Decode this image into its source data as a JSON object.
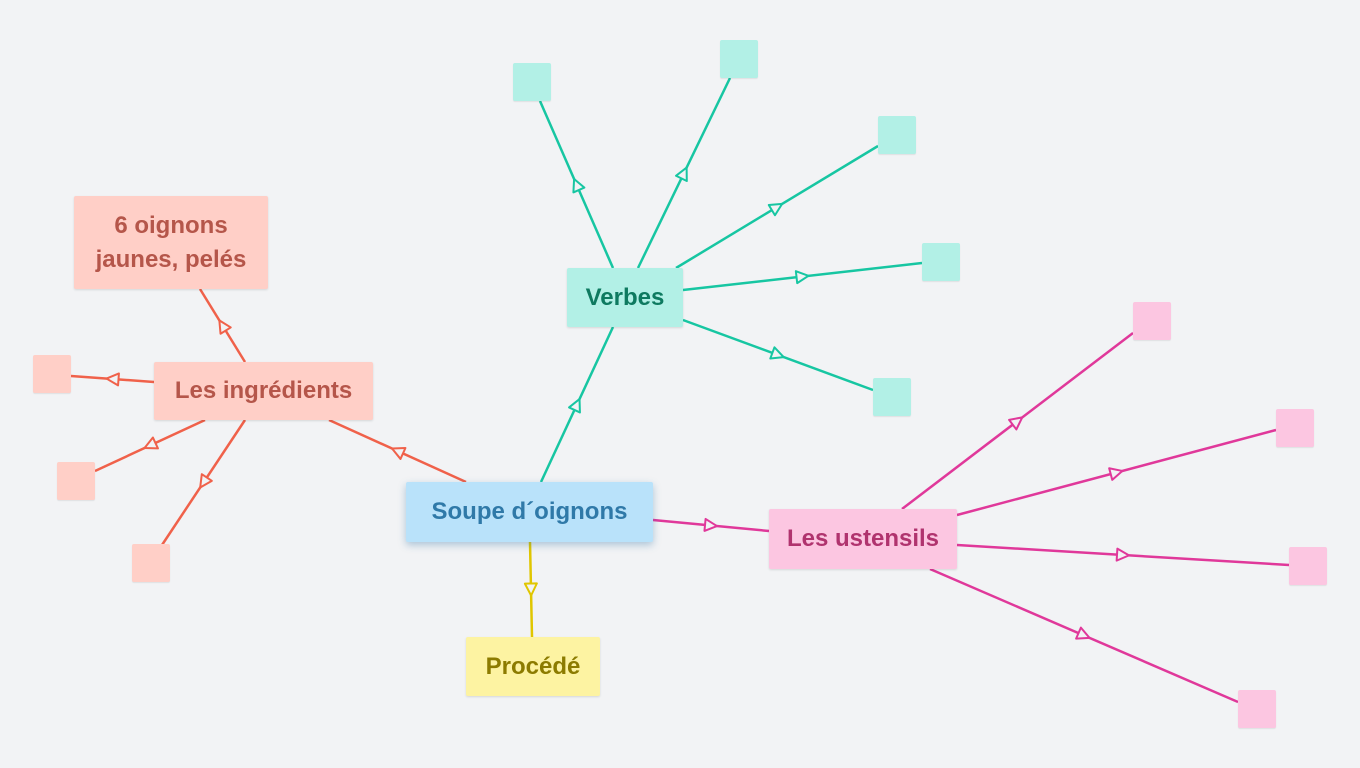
{
  "central": {
    "label": "Soupe d´oignons",
    "color": "#b9e2fa"
  },
  "branches": {
    "ingredients": {
      "label": "Les ingrédients",
      "color": "#f0614a",
      "fill": "#ffcfc7",
      "child": {
        "line1": "6 oignons",
        "line2": "jaunes, pelés"
      }
    },
    "verbes": {
      "label": "Verbes",
      "color": "#17c6a2",
      "fill": "#b2f0e6"
    },
    "ustensils": {
      "label": "Les ustensils",
      "color": "#e0389a",
      "fill": "#fcc6e1"
    },
    "procede": {
      "label": "Procédé",
      "color": "#e0c600",
      "fill": "#fdf3a2"
    }
  }
}
